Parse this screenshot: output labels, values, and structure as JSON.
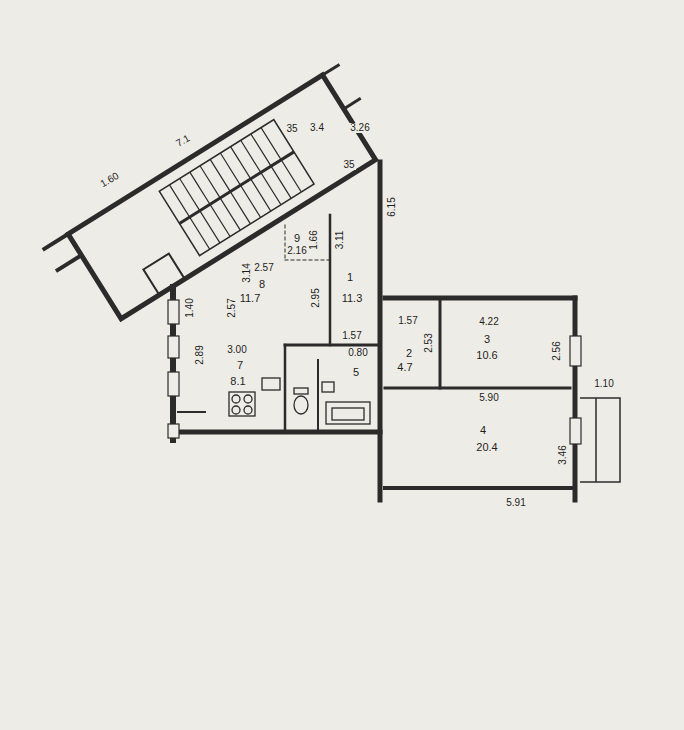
{
  "diagram": {
    "labels": [
      "7.1",
      "35",
      "3.4",
      "3.26",
      "35",
      "1.60",
      "6.15",
      "9",
      "2.16",
      "1.66",
      "3.11",
      "2.57",
      "3.14",
      "8",
      "11.7",
      "2.57",
      "2.95",
      "1.40",
      "1",
      "11.3",
      "1.57",
      "1.57",
      "3.00",
      "7",
      "8.1",
      "2.89",
      "0.80",
      "5",
      "2",
      "4.7",
      "2.53",
      "4.22",
      "3",
      "10.6",
      "2.56",
      "5.90",
      "4",
      "20.4",
      "3.46",
      "5.91",
      "1.10"
    ]
  }
}
